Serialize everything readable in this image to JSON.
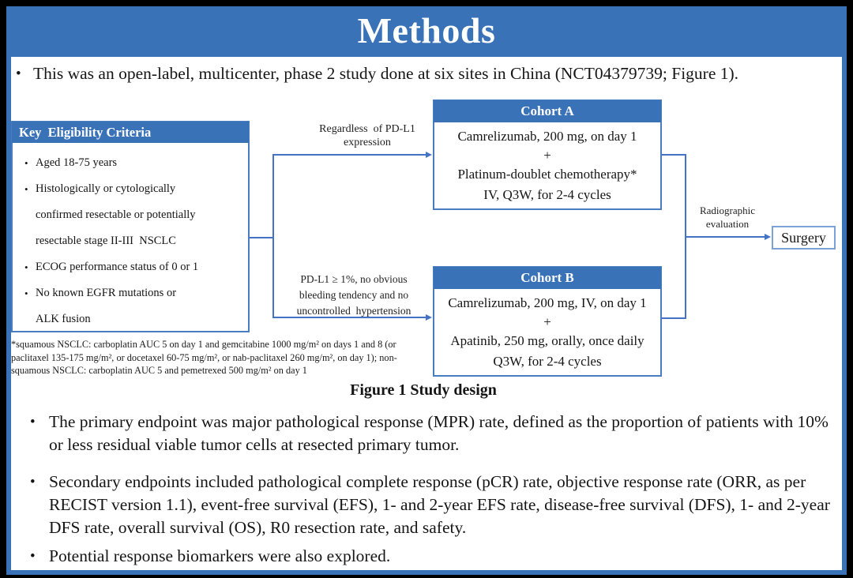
{
  "title": "Methods",
  "colors": {
    "accent_blue": "#3a72b8",
    "box_border_blue": "#4a7cc2",
    "connector_blue": "#4472c4",
    "surgery_border_blue": "#7aa2d6",
    "background": "#000000",
    "text": "#151515"
  },
  "intro_bullet": "This was an open-label, multicenter, phase 2 study done at six sites in China (NCT04379739; Figure 1).",
  "figure": {
    "caption": "Figure 1 Study design",
    "eligibility": {
      "header": "Key  Eligibility Criteria",
      "items": [
        "Aged 18-75 years",
        "Histologically or cytologically\nconfirmed resectable or potentially\nresectable stage II-III  NSCLC",
        "ECOG performance status of 0 or 1",
        "No known EGFR mutations or\nALK fusion"
      ]
    },
    "footnote": "*squamous NSCLC: carboplatin AUC 5 on day 1 and gemcitabine 1000 mg/m² on days 1 and 8 (or\npaclitaxel 135-175 mg/m², or docetaxel 60-75 mg/m², or nab-paclitaxel 260 mg/m², on day 1); non-\nsquamous NSCLC: carboplatin AUC 5 and pemetrexed 500 mg/m² on day 1",
    "branch_top_label": "Regardless  of PD-L1\nexpression",
    "branch_bottom_label": "PD-L1 ≥ 1%, no obvious\nbleeding tendency and no\nuncontrolled  hypertension",
    "cohort_a": {
      "header": "Cohort A",
      "lines": [
        "Camrelizumab, 200 mg, on day 1",
        "+",
        "Platinum-doublet chemotherapy*",
        "IV, Q3W, for 2-4 cycles"
      ]
    },
    "cohort_b": {
      "header": "Cohort B",
      "lines": [
        "Camrelizumab, 200 mg, IV, on day 1",
        "+",
        "Apatinib, 250 mg, orally, once daily",
        "Q3W, for 2-4 cycles"
      ]
    },
    "radiographic_label": "Radiographic\nevaluation",
    "surgery_label": "Surgery"
  },
  "bullets": [
    "The primary endpoint was major pathological response (MPR) rate, defined as the proportion of patients with 10% or less residual viable tumor cells at resected primary tumor.",
    "Secondary endpoints included pathological complete response (pCR) rate, objective response rate (ORR, as per RECIST version 1.1), event-free survival (EFS), 1- and 2-year EFS rate, disease-free survival (DFS), 1- and 2-year DFS rate, overall survival (OS), R0 resection rate, and safety.",
    "Potential response biomarkers were also explored."
  ]
}
